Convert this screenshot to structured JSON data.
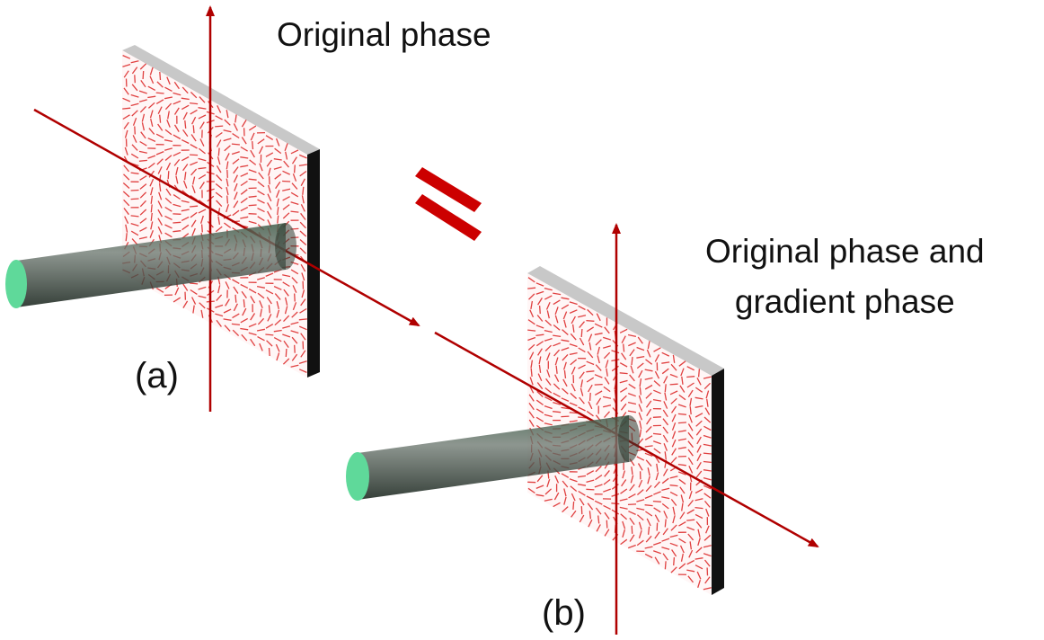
{
  "labels": {
    "panel_a_title": "Original phase",
    "panel_b_title_line1": "Original phase and",
    "panel_b_title_line2": "gradient phase",
    "panel_a_tag": "(a)",
    "panel_b_tag": "(b)"
  },
  "symbols": {
    "relation": "equals-sign"
  },
  "colors": {
    "axis": "#b00000",
    "equals": "#cc0000",
    "pattern": "#e04040",
    "beam_body": "#3a4a40",
    "beam_face": "#5fd99a",
    "plate_top": "#c8c8c8",
    "plate_side": "#111111"
  }
}
